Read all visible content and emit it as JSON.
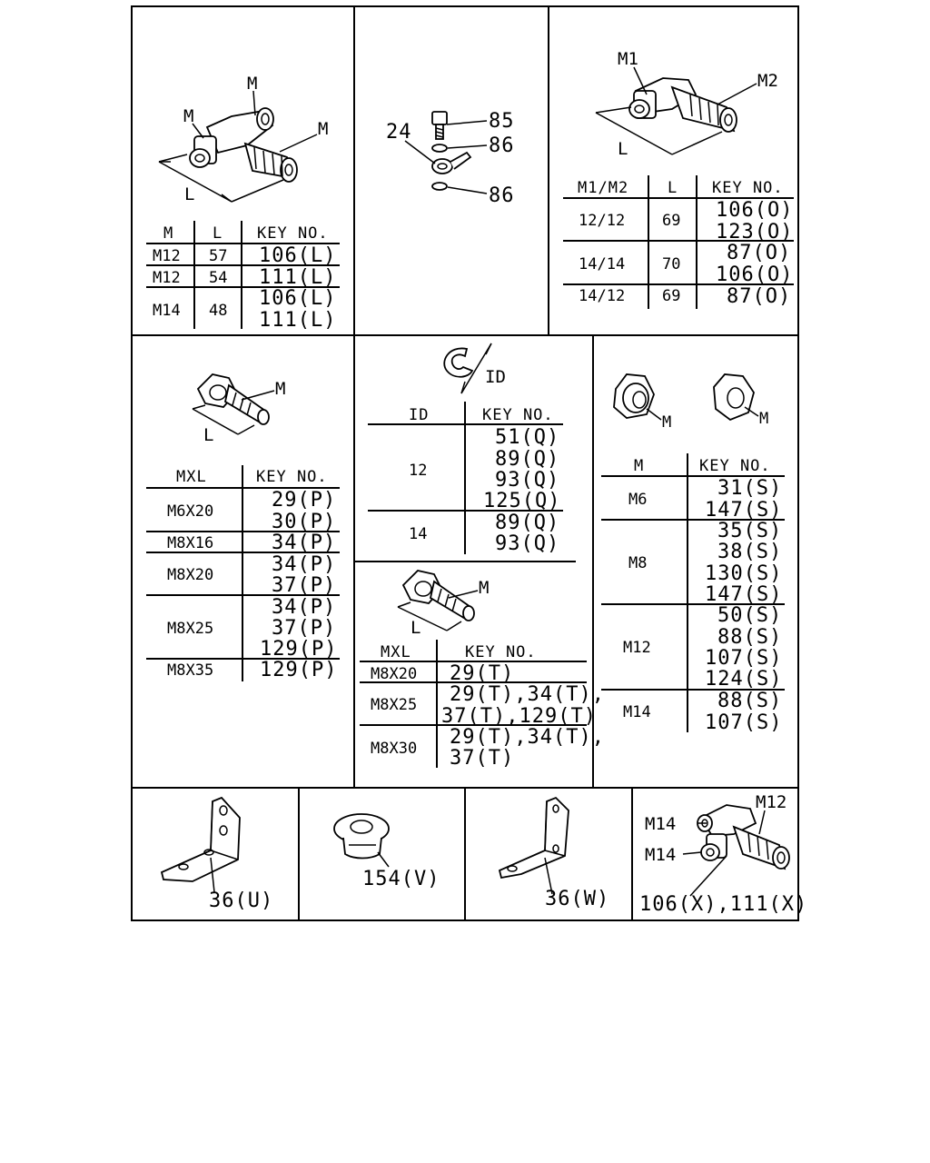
{
  "panel1": {
    "callouts": [
      "M",
      "M",
      "M",
      "L"
    ],
    "headers": [
      "M",
      "L",
      "KEY NO."
    ],
    "rows": [
      {
        "m": "M12",
        "l": "57",
        "keys": [
          "106(L)"
        ]
      },
      {
        "m": "M12",
        "l": "54",
        "keys": [
          "111(L)"
        ]
      },
      {
        "m": "M14",
        "l": "48",
        "keys": [
          "106(L)",
          "111(L)"
        ]
      }
    ]
  },
  "panel2": {
    "callouts": [
      "85",
      "86",
      "24",
      "86"
    ]
  },
  "panel3": {
    "callouts": [
      "M1",
      "M2",
      "L"
    ],
    "headers": [
      "M1/M2",
      "L",
      "KEY NO."
    ],
    "rows": [
      {
        "m": "12/12",
        "l": "69",
        "keys": [
          "106(O)",
          "123(O)"
        ]
      },
      {
        "m": "14/14",
        "l": "70",
        "keys": [
          "87(O)",
          "106(O)"
        ]
      },
      {
        "m": "14/12",
        "l": "69",
        "keys": [
          "87(O)"
        ]
      }
    ]
  },
  "panel4": {
    "callouts": [
      "M",
      "L"
    ],
    "headers": [
      "MXL",
      "KEY NO."
    ],
    "rows": [
      {
        "m": "M6X20",
        "keys": [
          "29(P)",
          "30(P)"
        ]
      },
      {
        "m": "M8X16",
        "keys": [
          "34(P)"
        ]
      },
      {
        "m": "M8X20",
        "keys": [
          "34(P)",
          "37(P)"
        ]
      },
      {
        "m": "M8X25",
        "keys": [
          "34(P)",
          "37(P)",
          "129(P)"
        ]
      },
      {
        "m": "M8X35",
        "keys": [
          "129(P)"
        ]
      }
    ]
  },
  "panel5": {
    "callouts": [
      "ID"
    ],
    "headers": [
      "ID",
      "KEY NO."
    ],
    "rows": [
      {
        "m": "12",
        "keys": [
          "51(Q)",
          "89(Q)",
          "93(Q)",
          "125(Q)"
        ]
      },
      {
        "m": "14",
        "keys": [
          "89(Q)",
          "93(Q)"
        ]
      }
    ]
  },
  "panel6": {
    "callouts": [
      "M",
      "L"
    ],
    "headers": [
      "MXL",
      "KEY NO."
    ],
    "rows": [
      {
        "m": "M8X20",
        "keys": [
          "29(T)"
        ]
      },
      {
        "m": "M8X25",
        "keys": [
          "29(T),34(T),",
          "37(T),129(T)"
        ]
      },
      {
        "m": "M8X30",
        "keys": [
          "29(T),34(T),",
          "37(T)"
        ]
      }
    ]
  },
  "panel7": {
    "callouts": [
      "M",
      "M"
    ],
    "headers": [
      "M",
      "KEY NO."
    ],
    "rows": [
      {
        "m": "M6",
        "keys": [
          "31(S)",
          "147(S)"
        ]
      },
      {
        "m": "M8",
        "keys": [
          "35(S)",
          "38(S)",
          "130(S)",
          "147(S)"
        ]
      },
      {
        "m": "M12",
        "keys": [
          "50(S)",
          "88(S)",
          "107(S)",
          "124(S)"
        ]
      },
      {
        "m": "M14",
        "keys": [
          "88(S)",
          "107(S)"
        ]
      }
    ]
  },
  "bottom": {
    "bracket_u": "36(U)",
    "grommet": "154(V)",
    "bracket_w": "36(W)",
    "tee": {
      "m12": "M12",
      "m14_top": "M14",
      "m14_bottom": "M14",
      "keys": "106(X),111(X)"
    }
  }
}
